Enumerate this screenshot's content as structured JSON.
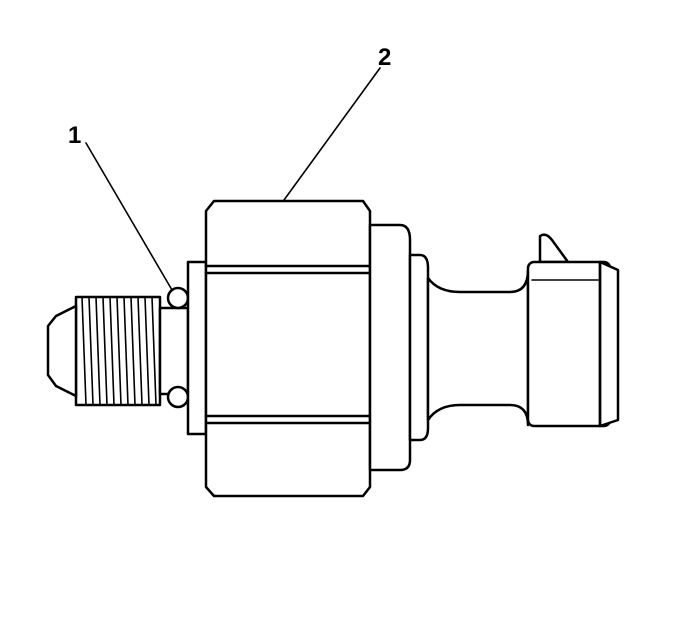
{
  "callouts": [
    {
      "label": "1",
      "part": "o-ring-seal"
    },
    {
      "label": "2",
      "part": "sensor-hex-body"
    }
  ],
  "colors": {
    "line": "#000000",
    "background": "#ffffff"
  }
}
